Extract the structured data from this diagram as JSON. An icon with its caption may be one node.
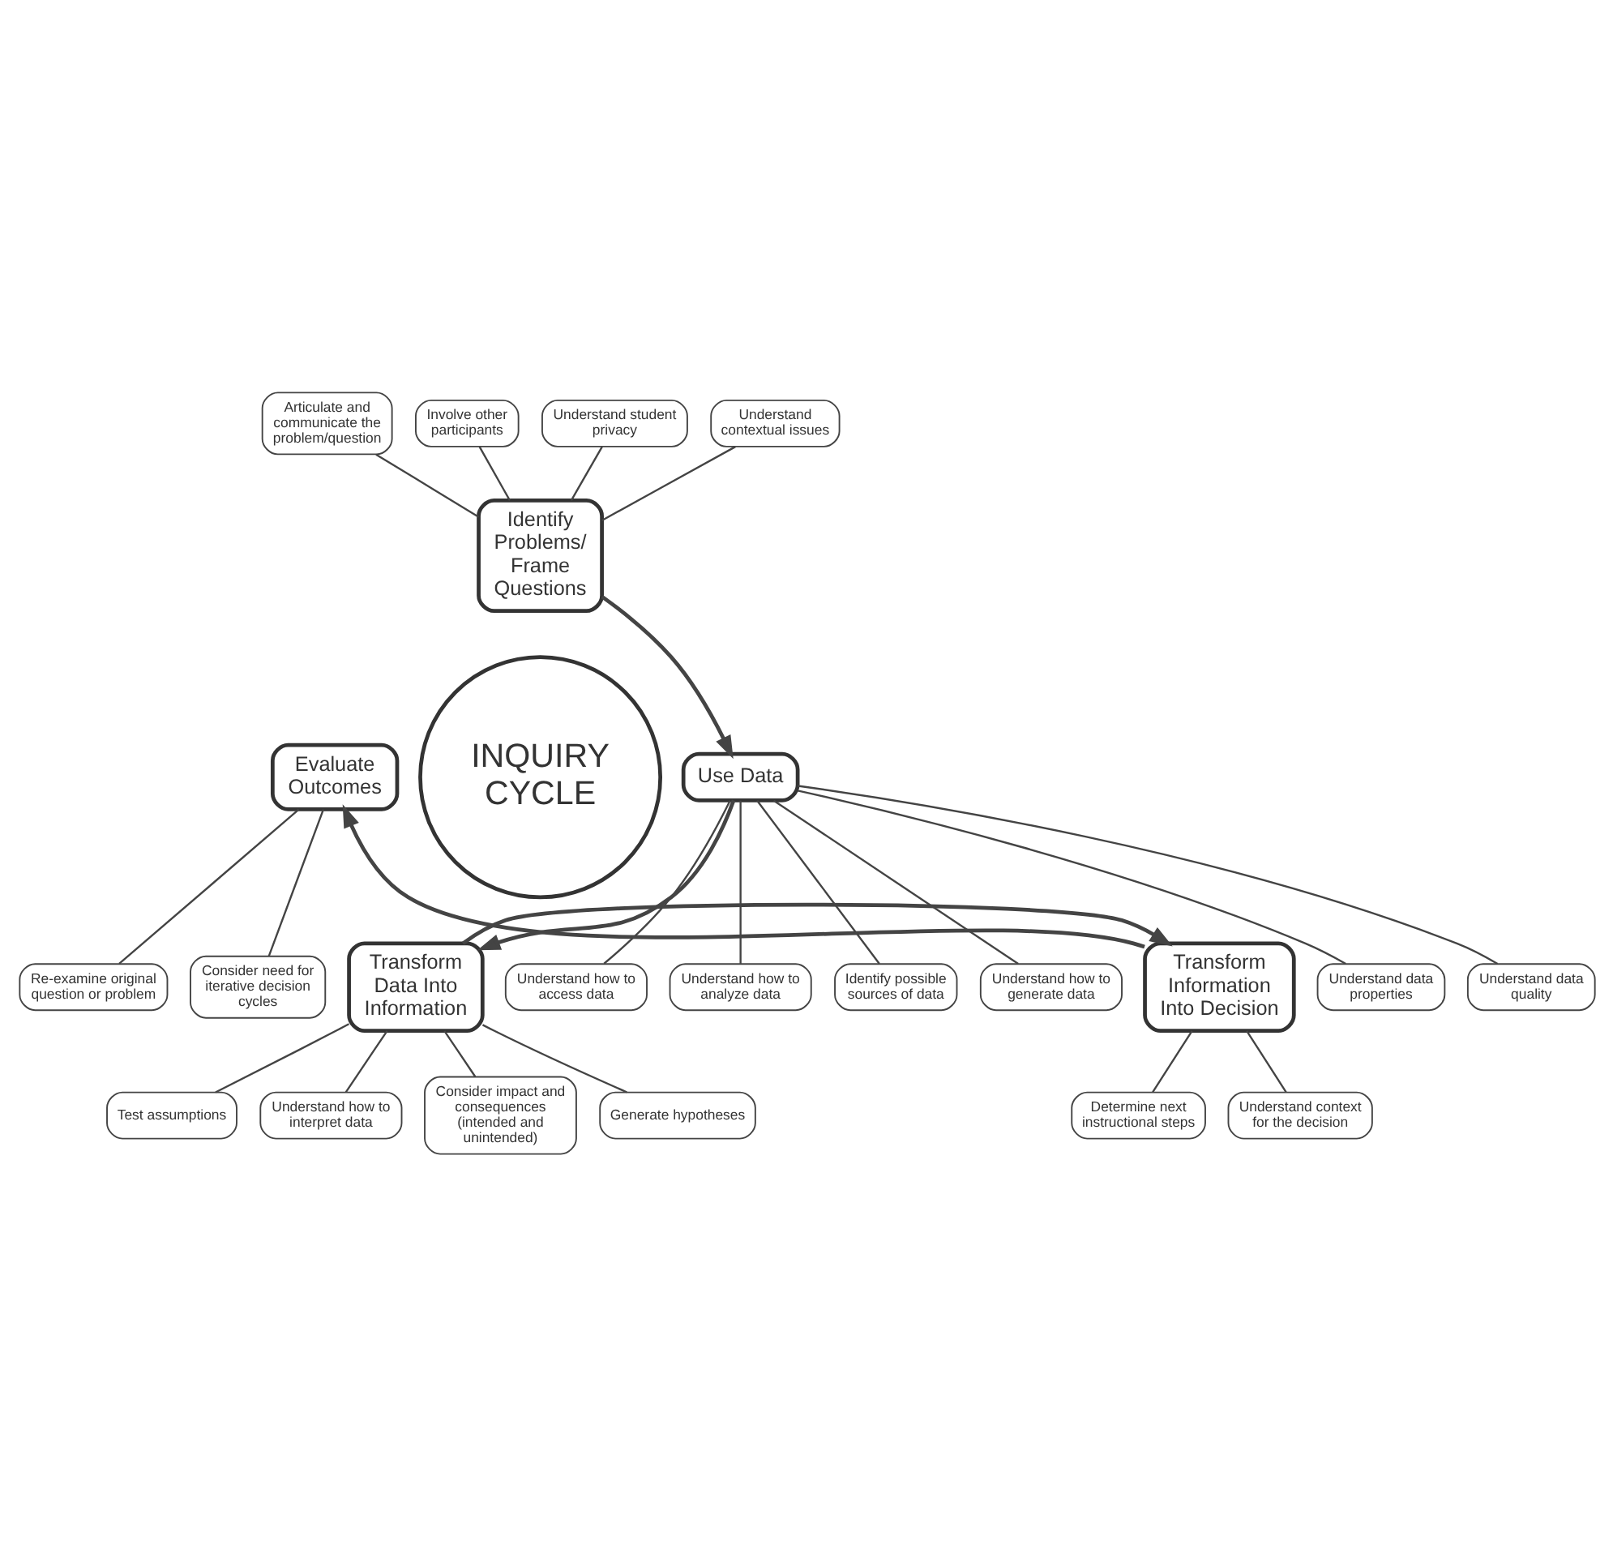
{
  "diagram": {
    "nodes": [
      {
        "text": [
          "INQUIRY CYCLE"
        ]
      },
      {
        "text": [
          "Identify Problems/ Frame Questions"
        ]
      },
      {
        "text": [
          "Use Data"
        ]
      },
      {
        "text": [
          "Transform Data Into Information"
        ]
      },
      {
        "text": [
          "Transform Information Into Decision"
        ]
      },
      {
        "text": [
          "Evaluate Outcomes"
        ]
      },
      {
        "text": [
          "Articulate and communicate the problem/question"
        ]
      },
      {
        "text": [
          "Involve other participants"
        ]
      },
      {
        "text": [
          "Understand student privacy"
        ]
      },
      {
        "text": [
          "Understand contextual issues"
        ]
      },
      {
        "text": [
          "Identify possible sources of data"
        ]
      },
      {
        "text": [
          "Understand how to generate data"
        ]
      },
      {
        "text": [
          "Understand data properties"
        ]
      },
      {
        "text": [
          "Understand data quality"
        ]
      },
      {
        "text": [
          "Understand how to access data"
        ]
      },
      {
        "text": [
          "Understand how to analyze data"
        ]
      },
      {
        "text": [
          "Consider impact and consequences (intended and unintended)"
        ]
      },
      {
        "text": [
          "Generate hypotheses"
        ]
      },
      {
        "text": [
          "Test assumptions"
        ]
      },
      {
        "text": [
          "Understand how to interpret data"
        ]
      },
      {
        "text": [
          "Determine next instructional steps"
        ]
      },
      {
        "text": [
          "Understand context for the decision"
        ]
      },
      {
        "text": [
          "Consider need for iterative decision cycles"
        ]
      },
      {
        "text": [
          "Re-examine original question or problem"
        ]
      }
    ],
    "edges": [
      {
        "from": 1,
        "to": 2,
        "arrow": "to"
      },
      {
        "from": 2,
        "to": 3,
        "arrow": "to"
      },
      {
        "from": 3,
        "to": 4,
        "arrow": "to"
      },
      {
        "from": 4,
        "to": 5,
        "arrow": "to"
      },
      {
        "from": 1,
        "to": 6,
        "arrow": "none"
      },
      {
        "from": 1,
        "to": 7,
        "arrow": "none"
      },
      {
        "from": 1,
        "to": 8,
        "arrow": "none"
      },
      {
        "from": 1,
        "to": 9,
        "arrow": "none"
      },
      {
        "from": 2,
        "to": 10,
        "arrow": "none"
      },
      {
        "from": 2,
        "to": 11,
        "arrow": "none"
      },
      {
        "from": 2,
        "to": 12,
        "arrow": "none"
      },
      {
        "from": 2,
        "to": 13,
        "arrow": "none"
      },
      {
        "from": 2,
        "to": 14,
        "arrow": "none"
      },
      {
        "from": 2,
        "to": 15,
        "arrow": "none"
      },
      {
        "from": 3,
        "to": 16,
        "arrow": "none"
      },
      {
        "from": 3,
        "to": 17,
        "arrow": "none"
      },
      {
        "from": 3,
        "to": 18,
        "arrow": "none"
      },
      {
        "from": 3,
        "to": 19,
        "arrow": "none"
      },
      {
        "from": 4,
        "to": 20,
        "arrow": "none"
      },
      {
        "from": 4,
        "to": 21,
        "arrow": "none"
      },
      {
        "from": 5,
        "to": 22,
        "arrow": "none"
      },
      {
        "from": 5,
        "to": 23,
        "arrow": "none"
      }
    ]
  }
}
